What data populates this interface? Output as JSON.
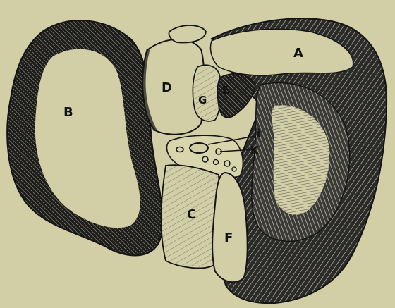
{
  "figure": {
    "background_color": "#d2cfa7",
    "ink_color": "#141414",
    "labels": {
      "a": "A",
      "b": "B",
      "c": "C",
      "d": "D",
      "e": "E",
      "f": "F",
      "g": "G",
      "i": "i",
      "k": "K"
    }
  }
}
